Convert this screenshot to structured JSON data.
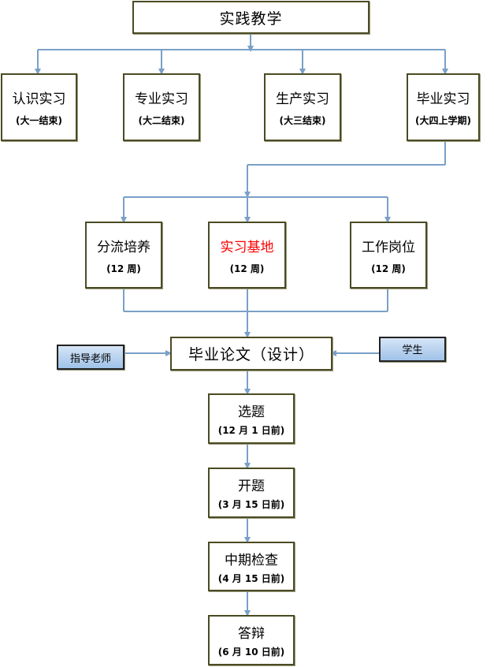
{
  "colors": {
    "connector": "#7aa0c8",
    "border": "#4b4b23",
    "highlight": "#ff0000",
    "actor_fill": "#b7d1ef"
  },
  "root": {
    "title": "实践教学"
  },
  "internships": [
    {
      "title": "认识实习",
      "note": "(大一结束)"
    },
    {
      "title": "专业实习",
      "note": "(大二结束)"
    },
    {
      "title": "生产实习",
      "note": "(大三结束)"
    },
    {
      "title": "毕业实习",
      "note": "(大四上学期)"
    }
  ],
  "options": [
    {
      "title": "分流培养",
      "note": "(12 周)"
    },
    {
      "title": "实习基地",
      "note": "(12 周)"
    },
    {
      "title": "工作岗位",
      "note": "(12 周)"
    }
  ],
  "thesis": {
    "title": "毕业论文（设计）"
  },
  "actors": {
    "teacher": "指导老师",
    "student": "学生"
  },
  "milestones": [
    {
      "title": "选题",
      "note": "(12 月 1 日前)"
    },
    {
      "title": "开题",
      "note": "(3 月 15 日前)"
    },
    {
      "title": "中期检查",
      "note": "(4 月 15 日前)"
    },
    {
      "title": "答辩",
      "note": "(6 月 10 日前)"
    }
  ]
}
